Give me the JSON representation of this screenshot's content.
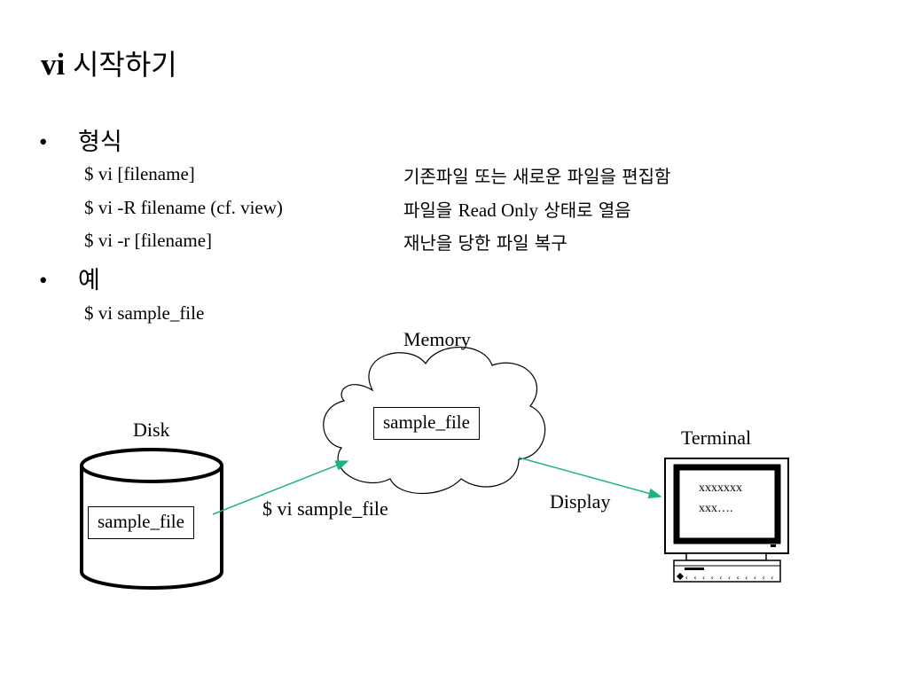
{
  "title": {
    "cmd": "vi",
    "rest": "시작하기"
  },
  "bullets": [
    {
      "label": "형식",
      "rows": [
        {
          "command": "$ vi  [filename]",
          "description": "기존파일 또는 새로운 파일을 편집함"
        },
        {
          "command": "$ vi -R  filename (cf. view)",
          "description_parts": [
            "파일을 ",
            "Read Only",
            " 상태로 열음"
          ]
        },
        {
          "command": "$ vi -r  [filename]",
          "description": "재난을 당한 파일 복구"
        }
      ]
    },
    {
      "label": "예",
      "rows": [
        {
          "command": "$  vi   sample_file"
        }
      ]
    }
  ],
  "diagram": {
    "memory_label": "Memory",
    "memory_box": "sample_file",
    "disk_label": "Disk",
    "disk_box": "sample_file",
    "terminal_label": "Terminal",
    "arrow1_label": "$ vi  sample_file",
    "arrow2_label": "Display",
    "screen_lines": [
      "xxxxxxx",
      "xxx…."
    ],
    "arrow_color": "#1cb38c"
  }
}
